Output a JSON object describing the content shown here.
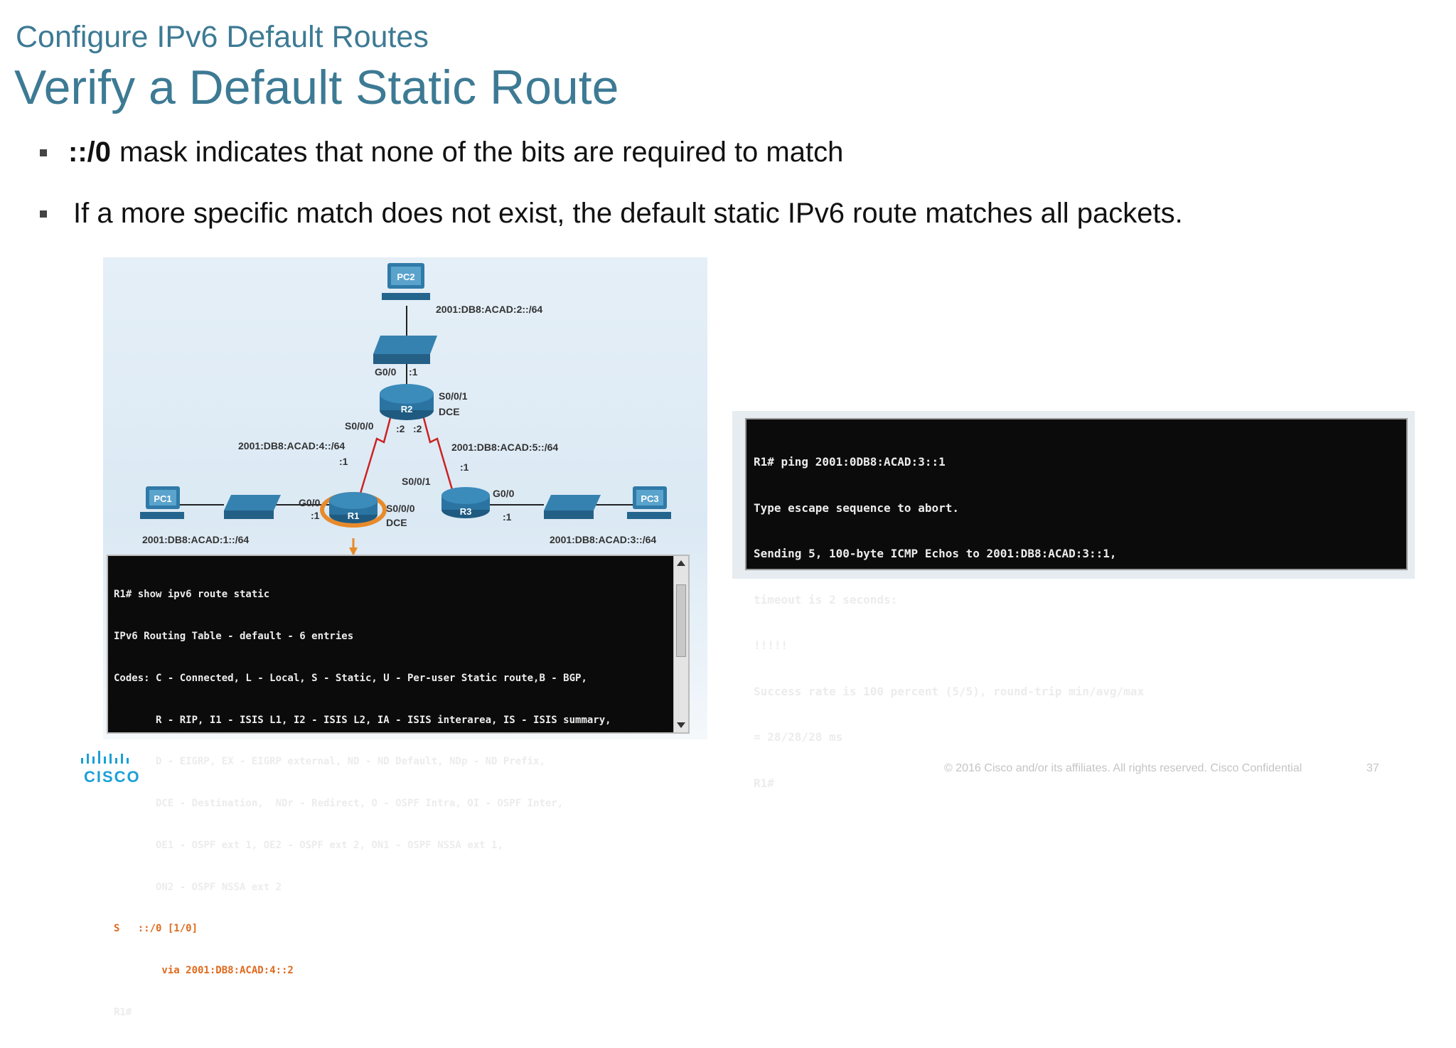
{
  "slide": {
    "subtitle": "Configure IPv6 Default Routes",
    "title": "Verify a Default Static Route",
    "bullets": [
      {
        "bold": "::/0",
        "text": "mask indicates that none of the bits are required to match"
      },
      {
        "bold": "",
        "text": "If a more specific match does not exist, the default static IPv6 route matches all packets."
      }
    ]
  },
  "topology": {
    "devices": {
      "pc1": "PC1",
      "pc2": "PC2",
      "pc3": "PC3",
      "r1": "R1",
      "r2": "R2",
      "r3": "R3"
    },
    "labels": {
      "lan2": "2001:DB8:ACAD:2::/64",
      "r2_g00": "G0/0",
      "r2_g00_host": ":1",
      "r2_s001": "S0/0/1",
      "r2_dce": "DCE",
      "r2_s000": "S0/0/0",
      "r2_s000_host": ":2",
      "r2_s001_host": ":2",
      "link4": "2001:DB8:ACAD:4::/64",
      "link5": "2001:DB8:ACAD:5::/64",
      "r1_link_host": ":1",
      "r3_link_host": ":1",
      "r1_g00": "G0/0",
      "r1_g00_host": ":1",
      "r1_s000": "S0/0/0",
      "r1_dce": "DCE",
      "r3_s001": "S0/0/1",
      "r3_g00": "G0/0",
      "r3_g00_host": ":1",
      "lan1": "2001:DB8:ACAD:1::/64",
      "lan3": "2001:DB8:ACAD:3::/64"
    },
    "colors": {
      "highlight": "#e88a2a",
      "serial_link": "#cc2222",
      "device": "#2f7aa8"
    }
  },
  "terminal_route": {
    "lines": [
      "R1# show ipv6 route static",
      "IPv6 Routing Table - default - 6 entries",
      "Codes: C - Connected, L - Local, S - Static, U - Per-user Static route,B - BGP,",
      "       R - RIP, I1 - ISIS L1, I2 - ISIS L2, IA - ISIS interarea, IS - ISIS summary,",
      "       D - EIGRP, EX - EIGRP external, ND - ND Default, NDp - ND Prefix,",
      "       DCE - Destination,  NDr - Redirect, O - OSPF Intra, OI - OSPF Inter,",
      "       OE1 - OSPF ext 1, OE2 - OSPF ext 2, ON1 - OSPF NSSA ext 1,",
      "       ON2 - OSPF NSSA ext 2",
      "S   ::/0 [1/0]",
      "        via 2001:DB8:ACAD:4::2",
      "R1#"
    ]
  },
  "terminal_ping": {
    "lines": [
      "R1# ping 2001:0DB8:ACAD:3::1",
      "Type escape sequence to abort.",
      "Sending 5, 100-byte ICMP Echos to 2001:DB8:ACAD:3::1,",
      "timeout is 2 seconds:",
      "!!!!!",
      "Success rate is 100 percent (5/5), round-trip min/avg/max",
      "= 28/28/28 ms",
      "R1#"
    ]
  },
  "footer": {
    "logo": "CISCO",
    "copyright": "© 2016  Cisco and/or its affiliates. All rights reserved.   Cisco Confidential",
    "page_number": "37"
  }
}
